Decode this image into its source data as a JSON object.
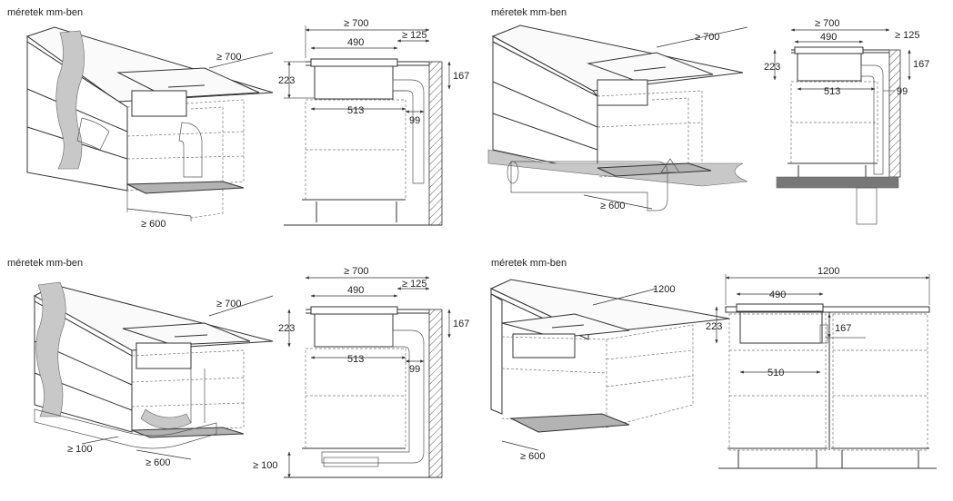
{
  "panels": [
    {
      "title": "méretek mm-ben",
      "persp": {
        "depth": "≥ 700",
        "front": "≥ 600"
      },
      "sect": {
        "width": "≥ 700",
        "hob": "490",
        "wall_gap": "≥ 125",
        "height": "223",
        "duct": "513",
        "duct_gap": "99",
        "wall_h": "167"
      }
    },
    {
      "title": "méretek mm-ben",
      "persp": {
        "depth": "≥ 700",
        "front": "≥ 600"
      },
      "sect": {
        "width": "≥ 700",
        "hob": "490",
        "wall_gap": "≥ 125",
        "height": "223",
        "duct": "513",
        "duct_gap": "99",
        "wall_h": "167"
      }
    },
    {
      "title": "méretek mm-ben",
      "persp": {
        "depth": "≥ 700",
        "front": "≥ 600",
        "plinth": "≥ 100"
      },
      "sect": {
        "width": "≥ 700",
        "hob": "490",
        "wall_gap": "≥ 125",
        "height": "223",
        "duct": "513",
        "duct_gap": "99",
        "wall_h": "167",
        "plinth": "≥ 100"
      }
    },
    {
      "title": "méretek mm-ben",
      "persp": {
        "depth": "1200",
        "front": "≥ 600"
      },
      "sect": {
        "width": "1200",
        "hob": "490",
        "height": "223",
        "duct": "510",
        "duct_h": "167"
      }
    }
  ]
}
